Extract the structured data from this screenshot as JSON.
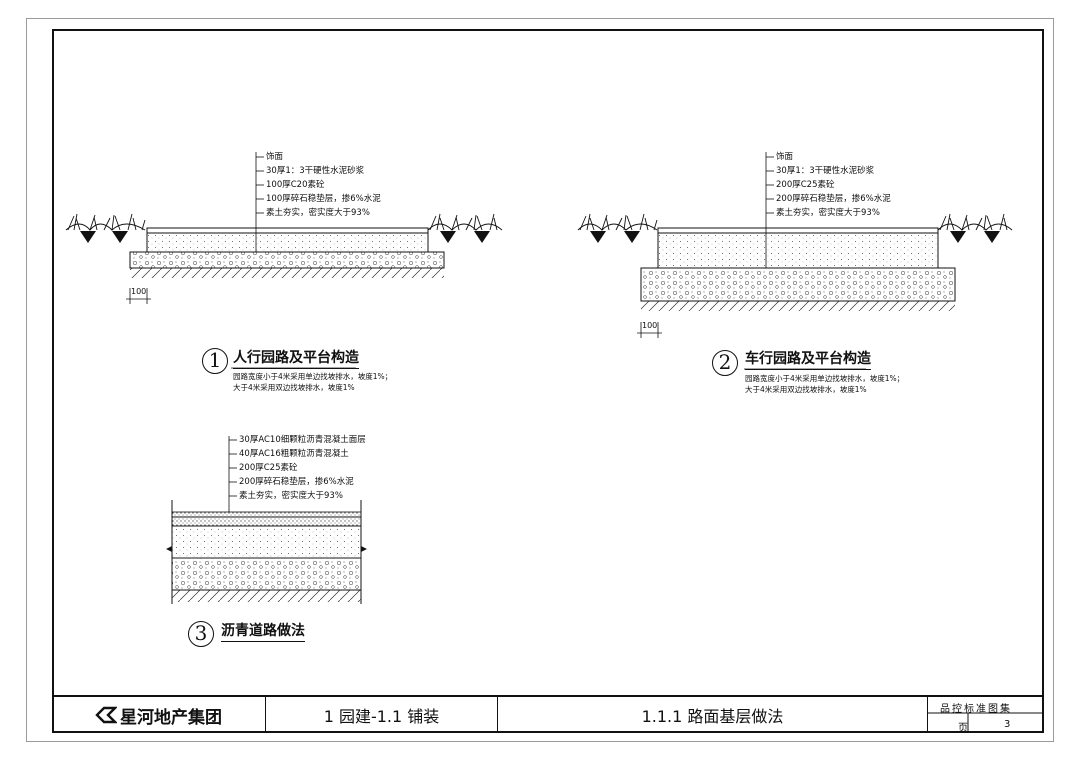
{
  "detail1": {
    "number": "1",
    "title": "人行园路及平台构造",
    "layers": [
      "饰面",
      "30厚1：3干硬性水泥砂浆",
      "100厚C20素砼",
      "100厚碎石稳垫层，掺6%水泥",
      "素土夯实，密实度大于93%"
    ],
    "notes": [
      "园路宽度小于4米采用单边找坡排水，坡度1%；",
      "大于4米采用双边找坡排水，坡度1%"
    ],
    "dimension": "100"
  },
  "detail2": {
    "number": "2",
    "title": "车行园路及平台构造",
    "layers": [
      "饰面",
      "30厚1：3干硬性水泥砂浆",
      "200厚C25素砼",
      "200厚碎石稳垫层，掺6%水泥",
      "素土夯实，密实度大于93%"
    ],
    "notes": [
      "园路宽度小于4米采用单边找坡排水，坡度1%；",
      "大于4米采用双边找坡排水，坡度1%"
    ],
    "dimension": "100"
  },
  "detail3": {
    "number": "3",
    "title": "沥青道路做法",
    "layers": [
      "30厚AC10细颗粒沥青混凝土面层",
      "40厚AC16粗颗粒沥青混凝土",
      "200厚C25素砼",
      "200厚碎石稳垫层，掺6%水泥",
      "素土夯实，密实度大于93%"
    ]
  },
  "title_block": {
    "company": "星河地产集团",
    "section": "1 园建-1.1 铺装",
    "drawing_title": "1.1.1 路面基层做法",
    "series": "品控标准图集",
    "page_label": "页",
    "page_number": "3"
  }
}
